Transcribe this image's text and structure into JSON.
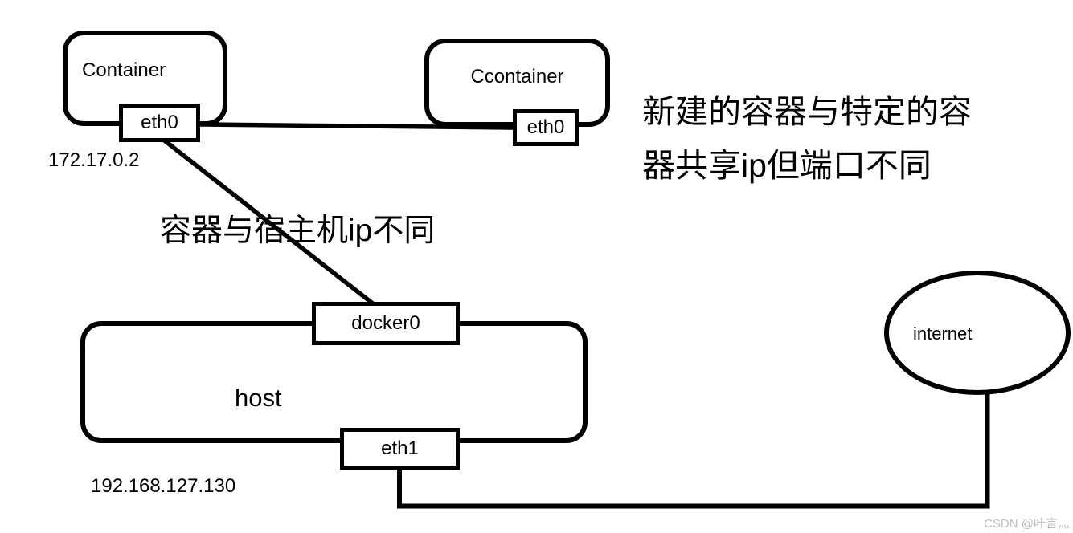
{
  "colors": {
    "stroke": "#000000",
    "background": "#ffffff",
    "watermark_text": "#bdbdbd"
  },
  "nodes": {
    "container1": {
      "label": "Container",
      "interface": "eth0",
      "ip": "172.17.0.2"
    },
    "container2": {
      "label": "Ccontainer",
      "interface": "eth0"
    },
    "host": {
      "label": "host",
      "bridge": "docker0",
      "interface": "eth1",
      "ip": "192.168.127.130"
    },
    "internet": {
      "label": "internet"
    }
  },
  "annotations": {
    "container_host_ip_note": "容器与宿主机ip不同",
    "shared_ip_note_line1": "新建的容器与特定的容",
    "shared_ip_note_line2": "器共享ip但端口不同"
  },
  "watermark": "CSDN @叶言灬"
}
